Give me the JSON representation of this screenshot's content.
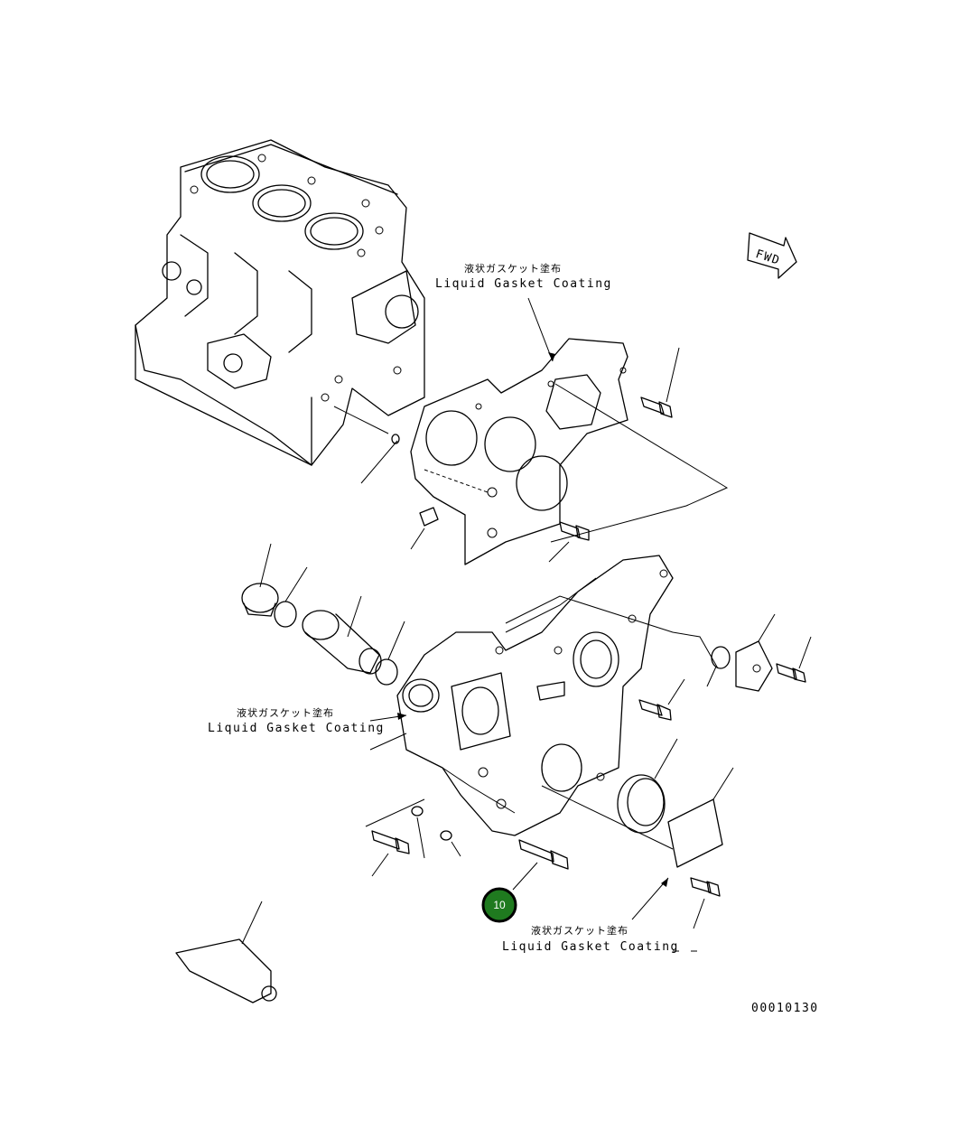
{
  "labels": {
    "coating_top_jp": "液状ガスケット塗布",
    "coating_top_en": "Liquid Gasket Coating",
    "coating_left_jp": "液状ガスケット塗布",
    "coating_left_en": "Liquid Gasket Coating",
    "coating_bottom_jp": "液状ガスケット塗布",
    "coating_bottom_en": "Liquid Gasket Coating",
    "fwd": "FWD",
    "drawing_number": "00010130"
  },
  "callouts": [
    {
      "id": "10",
      "label": "10"
    }
  ],
  "colors": {
    "callout_fill": "#1f7a1f",
    "callout_ring": "#000000",
    "line": "#000000",
    "background": "#ffffff"
  }
}
